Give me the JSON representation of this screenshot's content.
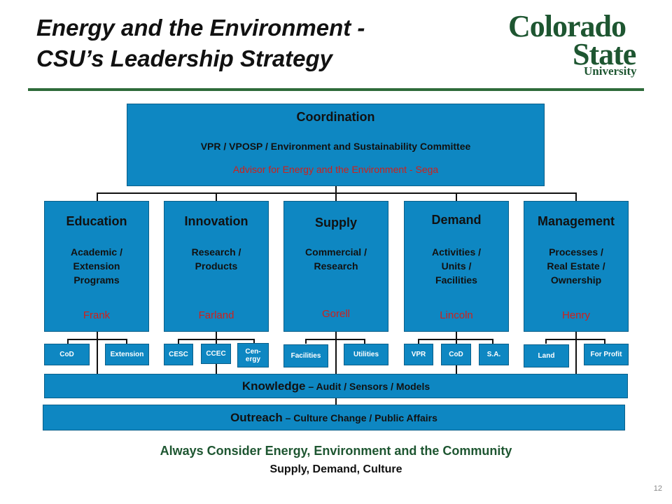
{
  "title": {
    "line1": "Energy and the Environment -",
    "line2": "CSU’s Leadership Strategy"
  },
  "logo": {
    "line1": "Colorado",
    "line2": "State",
    "line3": "University"
  },
  "coordination": {
    "heading": "Coordination",
    "committee": "VPR / VPOSP / Environment and Sustainability Committee",
    "advisor": "Advisor for Energy and the Environment - Sega"
  },
  "columns": [
    {
      "heading": "Education",
      "sub": [
        "Academic /",
        "Extension",
        "Programs"
      ],
      "person": "Frank"
    },
    {
      "heading": "Innovation",
      "sub": [
        "Research /",
        "Products"
      ],
      "person": "Farland"
    },
    {
      "heading": "Supply",
      "sub": [
        "Commercial /",
        "Research"
      ],
      "person": "Gorell"
    },
    {
      "heading": "Demand",
      "sub": [
        "Activities /",
        "Units /",
        "Facilities"
      ],
      "person": "Lincoln"
    },
    {
      "heading": "Management",
      "sub": [
        "Processes /",
        "Real Estate /",
        "Ownership"
      ],
      "person": "Henry"
    }
  ],
  "subboxes": [
    "CoD",
    "Extension",
    "CESC",
    "CCEC",
    "Cen-\nergy",
    "Facilities",
    "Utilities",
    "VPR",
    "CoD",
    "S.A.",
    "Land",
    "For Profit"
  ],
  "knowledge": {
    "main": "Knowledge",
    "rest": " – Audit / Sensors / Models"
  },
  "outreach": {
    "main": "Outreach",
    "rest": " – Culture Change / Public Affairs"
  },
  "footer": {
    "line1": "Always Consider Energy, Environment and the Community",
    "line2": "Supply, Demand, Culture"
  },
  "page_number": "12",
  "colors": {
    "box_fill": "#0e87c2",
    "accent_red": "#d0201a",
    "csu_green": "#1e5631"
  }
}
